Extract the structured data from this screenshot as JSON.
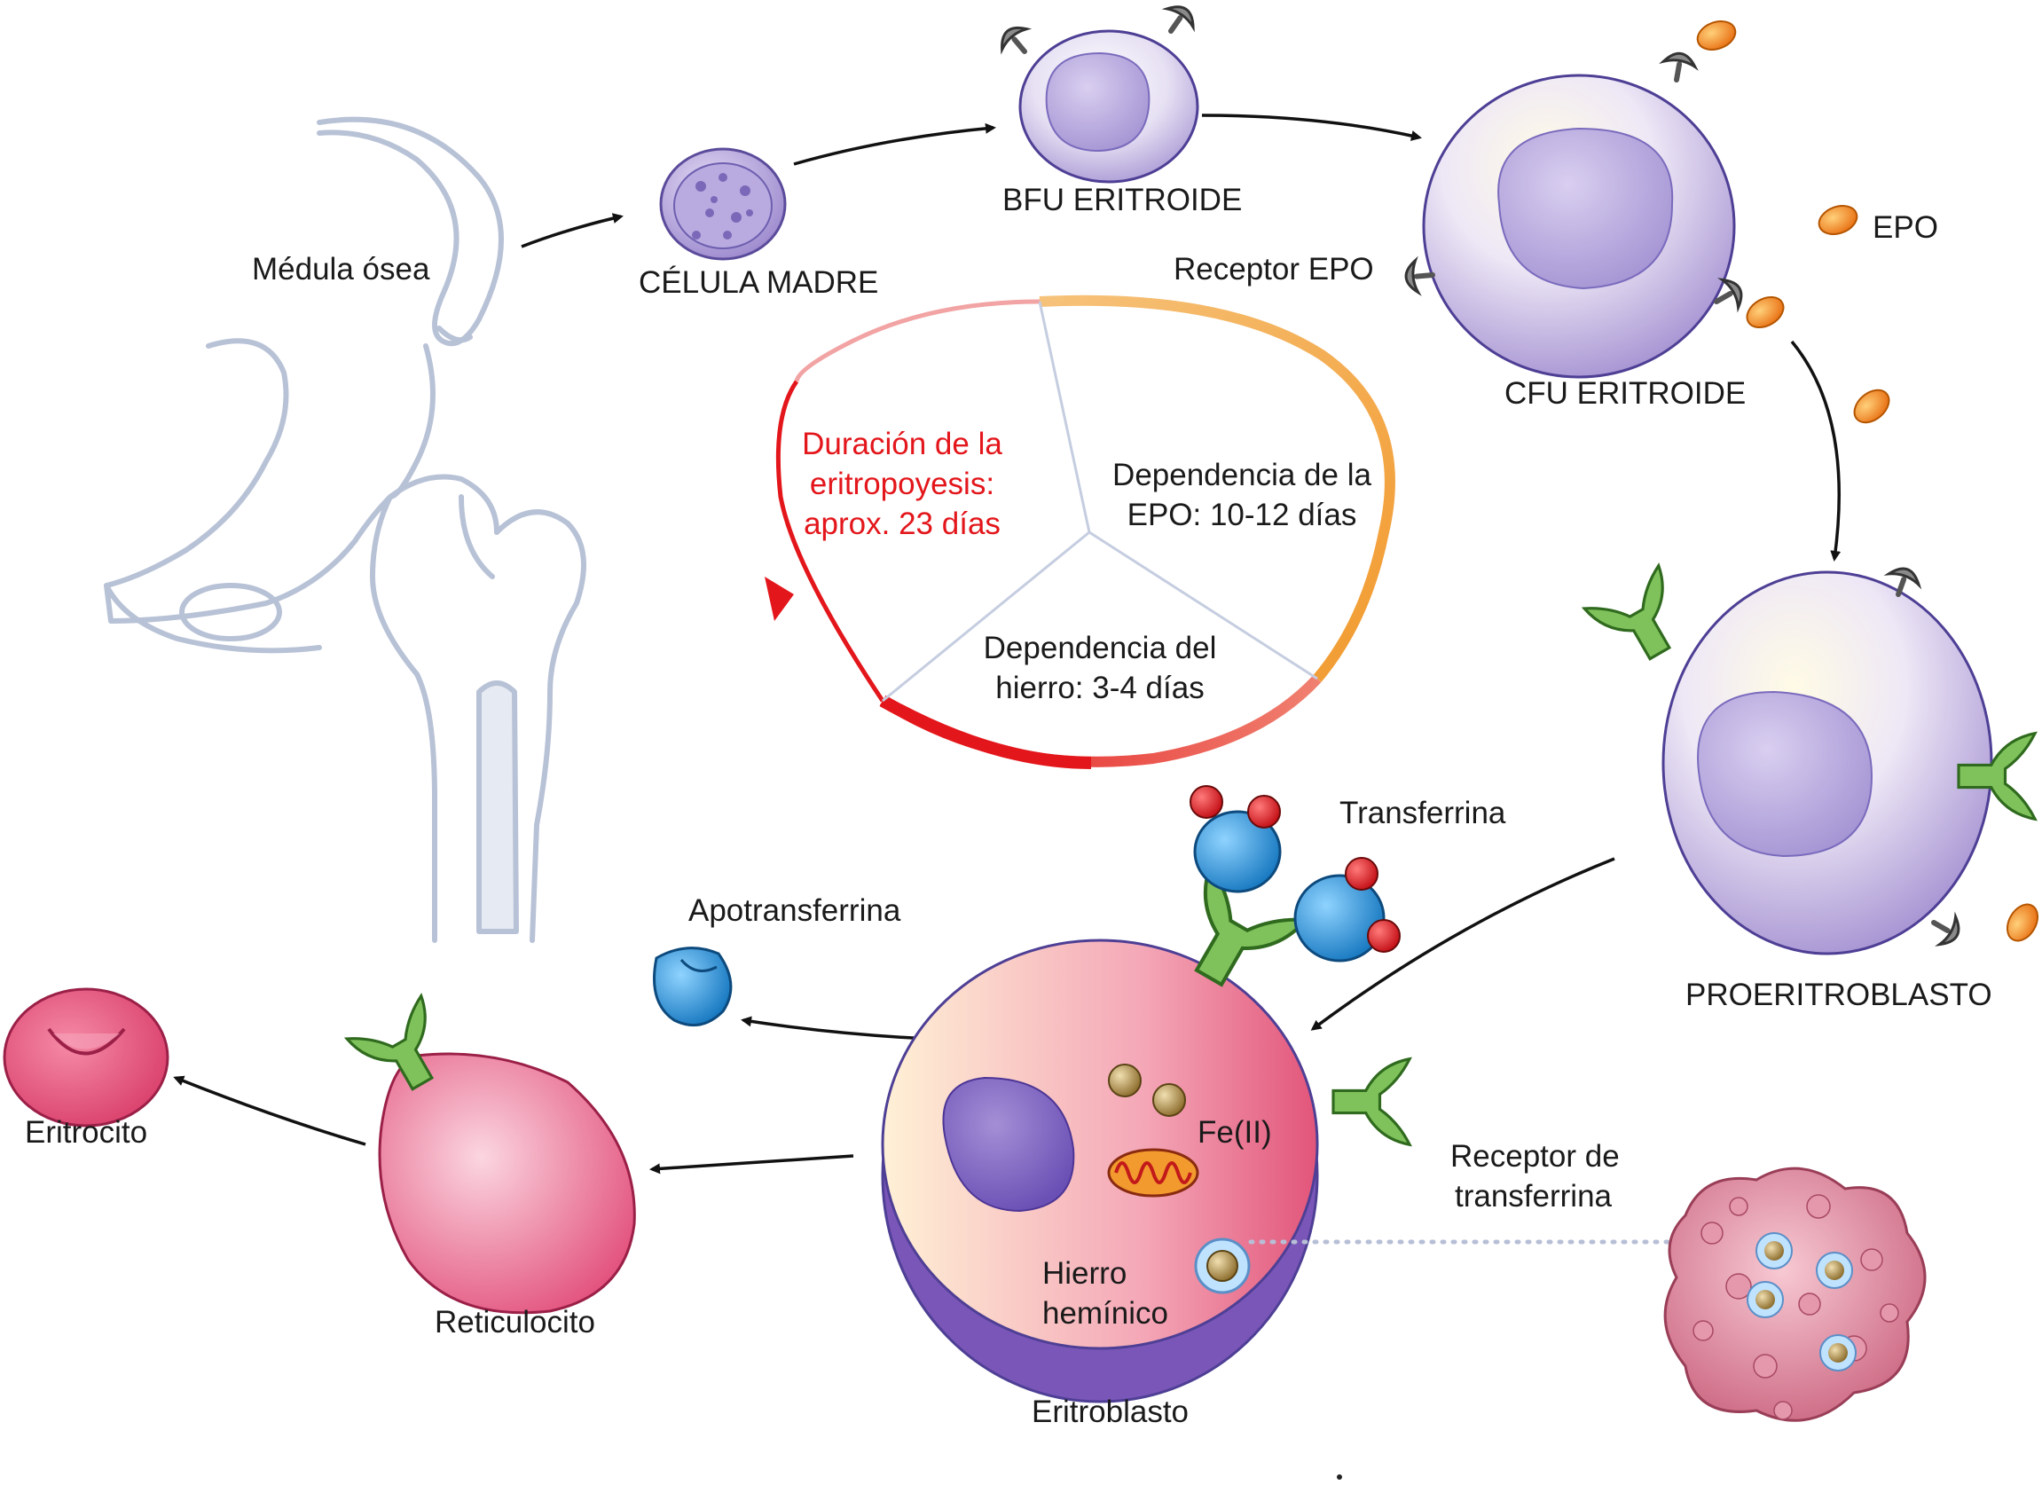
{
  "labels": {
    "medula": "Médula ósea",
    "celula_madre": "CÉLULA MADRE",
    "bfu": "BFU ERITROIDE",
    "cfu": "CFU ERITROIDE",
    "epo": "EPO",
    "receptor_epo": "Receptor EPO",
    "proeritroblasto": "PROERITROBLASTO",
    "transferrina": "Transferrina",
    "apotransferrina": "Apotransferrina",
    "eritrocito": "Eritrocito",
    "reticulocito": "Reticulocito",
    "eritroblasto": "Eritroblasto",
    "fe": "Fe(II)",
    "receptor_transferrina_1": "Receptor de",
    "receptor_transferrina_2": "transferrina",
    "hierro_hem_1": "Hierro",
    "hierro_hem_2": "hemínico"
  },
  "cycle": {
    "duracion_1": "Duración de la",
    "duracion_2": "eritropoyesis:",
    "duracion_3": "aprox. 23 días",
    "epo_dep_1": "Dependencia de la",
    "epo_dep_2": "EPO: 10-12 días",
    "hierro_dep_1": "Dependencia del",
    "hierro_dep_2": "hierro: 3-4 días"
  },
  "colors": {
    "cell_purple": "#b7a8da",
    "nucleus": "#9e8fc9",
    "epo_orange": "#f08a1f",
    "receptor_green": "#6fb24a",
    "transferrin_blue": "#2a8fd1",
    "iron_red": "#d7141a",
    "retic_pink": "#e8587e",
    "bone_stroke": "#b8c2d6",
    "cycle_red": "#e3161b"
  }
}
